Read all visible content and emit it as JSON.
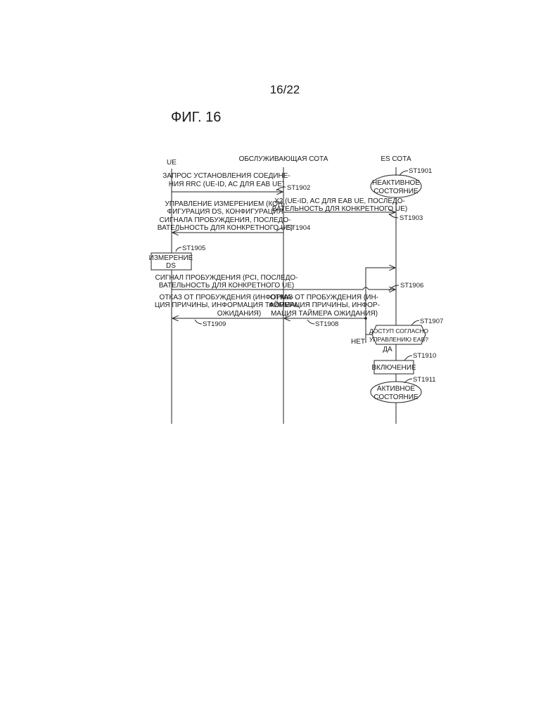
{
  "page_number": "16/22",
  "figure_label": "ФИГ. 16",
  "lifelines": {
    "ue": "UE",
    "serving": "ОБСЛУЖИВАЮЩАЯ СОТА",
    "es": "ES СОТА"
  },
  "steps": {
    "st1901": {
      "id": "ST1901",
      "lines": [
        "НЕАКТИВНОЕ",
        "СОСТОЯНИЕ"
      ]
    },
    "st1902": {
      "id": "ST1902",
      "lines": [
        "ЗАПРОС УСТАНОВЛЕНИЯ СОЕДИНЕ-",
        "НИЯ RRC (UE-ID, AC ДЛЯ EAB UE)"
      ]
    },
    "st1903": {
      "id": "ST1903",
      "lines": [
        "X2 (UE-ID, AC ДЛЯ EAB UE, ПОСЛЕДО-",
        "ВАТЕЛЬНОСТЬ ДЛЯ КОНКРЕТНОГО UE)"
      ]
    },
    "st1904": {
      "id": "ST1904",
      "lines": [
        "УПРАВЛЕНИЕ ИЗМЕРЕНИЕМ (КОН-",
        "ФИГУРАЦИЯ DS, КОНФИГУРАЦИЯ",
        "СИГНАЛА ПРОБУЖДЕНИЯ, ПОСЛЕДО-",
        "ВАТЕЛЬНОСТЬ ДЛЯ КОНКРЕТНОГО UE)"
      ]
    },
    "st1905": {
      "id": "ST1905",
      "lines": [
        "ИЗМЕРЕНИЕ",
        "DS"
      ]
    },
    "st1906": {
      "id": "ST1906",
      "lines": [
        "СИГНАЛ ПРОБУЖДЕНИЯ (PCI, ПОСЛЕДО-",
        "ВАТЕЛЬНОСТЬ ДЛЯ КОНКРЕТНОГО UE)"
      ]
    },
    "st1907": {
      "id": "ST1907",
      "lines": [
        "ДОСТУП СОГЛАСНО",
        "УПРАВЛЕНИЮ EAB?"
      ],
      "no": "НЕТ",
      "yes": "ДА"
    },
    "st1908": {
      "id": "ST1908",
      "lines": [
        "ОТКАЗ ОТ ПРОБУЖДЕНИЯ (ИН-",
        "ФОРМАЦИЯ ПРИЧИНЫ, ИНФОР-",
        "МАЦИЯ ТАЙМЕРА ОЖИДАНИЯ)"
      ]
    },
    "st1909": {
      "id": "ST1909",
      "lines": [
        "ОТКАЗ ОТ ПРОБУЖДЕНИЯ (ИНФОРМА-",
        "ЦИЯ ПРИЧИНЫ, ИНФОРМАЦИЯ ТАЙМЕРА",
        "ОЖИДАНИЯ)"
      ]
    },
    "st1910": {
      "id": "ST1910",
      "lines": [
        "ВКЛЮЧЕНИЕ"
      ]
    },
    "st1911": {
      "id": "ST1911",
      "lines": [
        "АКТИВНОЕ",
        "СОСТОЯНИЕ"
      ]
    }
  }
}
